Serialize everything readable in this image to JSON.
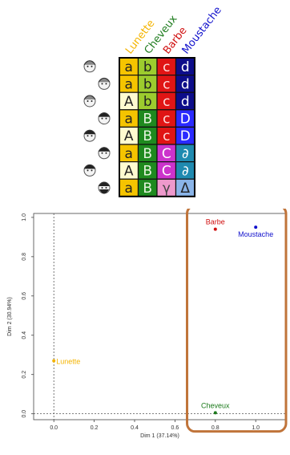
{
  "table": {
    "headers": [
      {
        "text": "Lunette",
        "color": "#f4b400"
      },
      {
        "text": "Cheveux",
        "color": "#1b7a1b"
      },
      {
        "text": "Barbe",
        "color": "#d01010"
      },
      {
        "text": "Moustache",
        "color": "#1010cc"
      }
    ],
    "rows": [
      [
        "a",
        "b",
        "c",
        "d"
      ],
      [
        "a",
        "b",
        "c",
        "d"
      ],
      [
        "A",
        "b",
        "c",
        "d"
      ],
      [
        "a",
        "B",
        "c",
        "D"
      ],
      [
        "A",
        "B",
        "c",
        "D"
      ],
      [
        "a",
        "B",
        "C",
        "∂"
      ],
      [
        "A",
        "B",
        "C",
        "∂"
      ],
      [
        "a",
        "B",
        "γ",
        "Δ"
      ]
    ],
    "column_fills": [
      [
        "#f5c400",
        "#f5c400",
        "#fffbd0",
        "#f5c400",
        "#fffbd0",
        "#f5c400",
        "#fffbd0",
        "#f5c400"
      ],
      [
        "#9ccc2e",
        "#9ccc2e",
        "#9ccc2e",
        "#1f8a1f",
        "#1f8a1f",
        "#1f8a1f",
        "#1f8a1f",
        "#1f8a1f"
      ],
      [
        "#e01515",
        "#e01515",
        "#e01515",
        "#e01515",
        "#e01515",
        "#cc33cc",
        "#cc33cc",
        "#ee99cc"
      ],
      [
        "#0d0d8a",
        "#0d0d8a",
        "#0d0d8a",
        "#2a2aff",
        "#2a2aff",
        "#1f8ab0",
        "#1f8ab0",
        "#8ab4e8"
      ]
    ],
    "text_colors": [
      [
        "#222222",
        "#222222",
        "#222222",
        "#222222",
        "#222222",
        "#222222",
        "#222222",
        "#222222"
      ],
      [
        "#222222",
        "#222222",
        "#222222",
        "#e8f5e0",
        "#e8f5e0",
        "#e8f5e0",
        "#e8f5e0",
        "#e8f5e0"
      ],
      [
        "#ffdddd",
        "#ffdddd",
        "#ffdddd",
        "#ffdddd",
        "#ffdddd",
        "#ffffff",
        "#ffffff",
        "#444444"
      ],
      [
        "#ffffff",
        "#ffffff",
        "#ffffff",
        "#ffffff",
        "#ffffff",
        "#ffffff",
        "#ffffff",
        "#222222"
      ]
    ],
    "faces": [
      "face-1",
      "face-2",
      "face-3",
      "face-4",
      "face-5",
      "face-6",
      "face-7",
      "face-8"
    ]
  },
  "chart_data": {
    "type": "scatter",
    "xlabel": "Dim 1 (37.14%)",
    "ylabel": "Dim 2 (30.94%)",
    "xlim": [
      -0.1,
      1.15
    ],
    "ylim": [
      -0.03,
      1.02
    ],
    "xticks": [
      "0.0",
      "0.2",
      "0.4",
      "0.6",
      "0.8",
      "1.0"
    ],
    "xtick_values": [
      0.0,
      0.2,
      0.4,
      0.6,
      0.8,
      1.0
    ],
    "yticks": [
      "0.0",
      "0.2",
      "0.4",
      "0.6",
      "0.8",
      "1.0"
    ],
    "ytick_values": [
      0.0,
      0.2,
      0.4,
      0.6,
      0.8,
      1.0
    ],
    "reference_lines": {
      "x": 0,
      "y": 0,
      "style": "dotted"
    },
    "points": [
      {
        "label": "Barbe",
        "x": 0.8,
        "y": 0.94,
        "color": "#d01010",
        "label_anchor": "above"
      },
      {
        "label": "Moustache",
        "x": 1.0,
        "y": 0.95,
        "color": "#1010cc",
        "label_anchor": "below"
      },
      {
        "label": "Lunette",
        "x": 0.0,
        "y": 0.27,
        "color": "#f4b400",
        "label_anchor": "right"
      },
      {
        "label": "Cheveux",
        "x": 0.8,
        "y": 0.005,
        "color": "#1b7a1b",
        "label_anchor": "above"
      }
    ],
    "highlight": {
      "color": "#c0743a",
      "x_range": [
        0.66,
        1.15
      ],
      "y_range": [
        -0.09,
        1.06
      ]
    }
  }
}
